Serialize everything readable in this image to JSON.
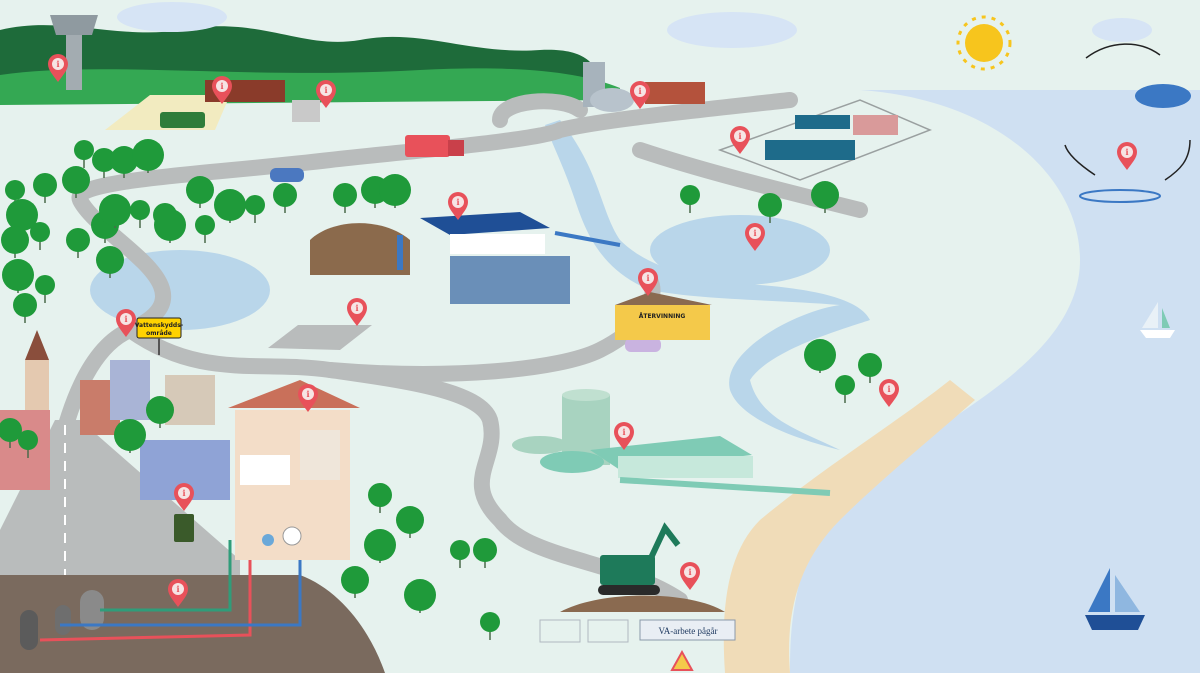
{
  "signs": {
    "protection_area_line1": "Vattenskydds-",
    "protection_area_line2": "område",
    "work_banner": "VA-arbete pågår",
    "garage_sign": "ÅTERVINNING"
  },
  "info_pins": [
    {
      "id": "water-tower"
    },
    {
      "id": "farm"
    },
    {
      "id": "well"
    },
    {
      "id": "waterworks"
    },
    {
      "id": "storage-yard"
    },
    {
      "id": "treatment-plant"
    },
    {
      "id": "wetland"
    },
    {
      "id": "recycling-center"
    },
    {
      "id": "protection-area"
    },
    {
      "id": "car-wash"
    },
    {
      "id": "household"
    },
    {
      "id": "wastewater-plant"
    },
    {
      "id": "bin"
    },
    {
      "id": "beach"
    },
    {
      "id": "pipes"
    },
    {
      "id": "excavator"
    },
    {
      "id": "water-cycle"
    }
  ],
  "colors": {
    "pin": "#e8515a",
    "ground": "#e6f2ee",
    "sea": "#cfe0f2",
    "water": "#b9d6ea",
    "road": "#b9bcbc",
    "tree": "#1f9a3a",
    "hills": "#1e6b3a",
    "treatment_blue": "#1f4f96",
    "teal": "#7fcbb5",
    "sand": "#f0dcb8"
  }
}
